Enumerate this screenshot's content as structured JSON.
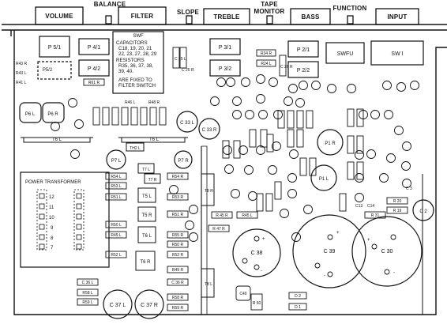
{
  "top_controls": {
    "volume": "VOLUME",
    "balance": "BALANCE",
    "filter": "FILTER",
    "slope": "SLOPE",
    "treble": "TREBLE",
    "tape_monitor_line1": "TAPE",
    "tape_monitor_line2": "MONITOR",
    "bass": "BASS",
    "function": "FUNCTION",
    "input": "INPUT"
  },
  "swf_note": {
    "title": "SWF",
    "lines": [
      "CAPACITORS",
      "C18, 19, 20, 21",
      "22, 23, 27, 28, 29",
      "RESISTORS",
      "R35, 36, 37, 38,",
      "39, 40.",
      "",
      "ARE FIXED TO",
      "FILTER SWITCH"
    ]
  },
  "transformer": {
    "title": "POWER   TRANSFORMER",
    "pins": [
      "12",
      "11",
      "10",
      "9",
      "8",
      "7"
    ]
  },
  "switch_blocks": [
    "P 5/1",
    "P 4/1",
    "P 4/2",
    "P 3/1",
    "P 3/2",
    "P 2/1",
    "P 2/2",
    "SWFU",
    "SW I",
    "P5/2"
  ],
  "components": {
    "c25l": "C 25 L",
    "c25r": "C 25 R",
    "r34r": "R34 R",
    "r24l": "R24 L",
    "c26": "C 26 R",
    "r43r": "R43 R",
    "r43l": "R43 L",
    "r41l": "R41 L",
    "r61r": "R61 R",
    "r46l": "R46 L",
    "r48r": "R48 R",
    "c33l": "C 33 L",
    "c33r": "C 33 R",
    "p6l": "P6 L",
    "p6r": "P6 R",
    "t6l": "T6 L",
    "t6lb": "T6 L",
    "th2l": "TH2 L",
    "p7l": "P7 L",
    "p7r": "P7 R",
    "t7l": "T7 L",
    "t7r": "T7 R",
    "t5l": "T5 L",
    "t5r": "T5 R",
    "t6l2": "T6 L",
    "t6r": "T6 R",
    "t8r": "T8 R",
    "t8l": "T8 L",
    "r54l": "R54 L",
    "r53l": "R53 L",
    "r51l": "R51 L",
    "r49l": "R49 L",
    "r50l": "R50 L",
    "r52l": "R52 L",
    "r54r": "R54 R",
    "r53r": "R53 R",
    "r55r": "R55 R",
    "r51r": "R51 R",
    "r50r": "R50 R",
    "r52r": "R52 R",
    "r49r": "R49 R",
    "c36r": "C 36 R",
    "c36l": "C 36 L",
    "r58l": "R58 L",
    "r59l": "R59 L",
    "r58r": "R58 R",
    "r59r": "R59 R",
    "r45r": "R 45 R",
    "r45l": "R45 L",
    "r47r": "R 47 R",
    "c37l": "C 37 L",
    "c37r": "C 37 R",
    "c38": "C  38",
    "c39": "C  39",
    "c30": "C  30",
    "c40": "C40",
    "r60": "R 60",
    "d2": "D 2",
    "d1": "D 1",
    "p1r": "P1 R",
    "p1l": "P1 L",
    "r31": "R 31",
    "r20": "R 20",
    "r19": "R 19",
    "c2": "C 2",
    "c14": "C14",
    "c13": "C13",
    "c3": "C 3"
  },
  "polarity": [
    "+",
    "+",
    "+",
    "-",
    "-",
    "-"
  ]
}
